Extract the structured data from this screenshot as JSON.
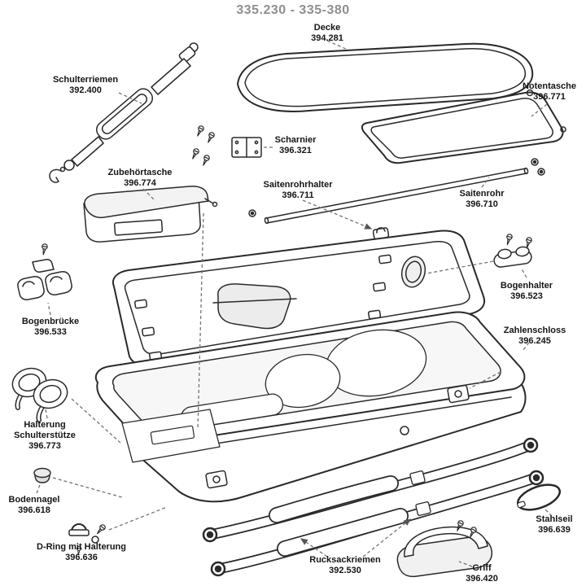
{
  "title": "335.230 - 335-380",
  "parts": {
    "decke": {
      "name": "Decke",
      "number": "394.281"
    },
    "schulterriemen": {
      "name": "Schulterriemen",
      "number": "392.400"
    },
    "notentasche": {
      "name": "Notentasche",
      "number": "396.771"
    },
    "scharnier": {
      "name": "Scharnier",
      "number": "396.321"
    },
    "zubehoertasche": {
      "name": "Zubehörtasche",
      "number": "396.774"
    },
    "saitenrohrhalter": {
      "name": "Saitenrohrhalter",
      "number": "396.711"
    },
    "saitenrohr": {
      "name": "Saitenrohr",
      "number": "396.710"
    },
    "bogenhalter": {
      "name": "Bogenhalter",
      "number": "396.523"
    },
    "bogenbruecke": {
      "name": "Bogenbrücke",
      "number": "396.533"
    },
    "zahlenschloss": {
      "name": "Zahlenschloss",
      "number": "396.245"
    },
    "halterung": {
      "name": "Halterung Schulterstütze",
      "number": "396.773"
    },
    "bodennagel": {
      "name": "Bodennagel",
      "number": "396.618"
    },
    "d_ring": {
      "name": "D-Ring mit Halterung",
      "number": "396.636"
    },
    "rucksackriemen": {
      "name": "Rucksackriemen",
      "number": "392.530"
    },
    "stahlseil": {
      "name": "Stahlseil",
      "number": "396.639"
    },
    "griff": {
      "name": "Griff",
      "number": "396.420"
    }
  },
  "colors": {
    "line": "#2a2a2a",
    "leader": "#737373",
    "title_text": "#8f8f8f",
    "label_text": "#151515",
    "shade": "#ececec"
  }
}
